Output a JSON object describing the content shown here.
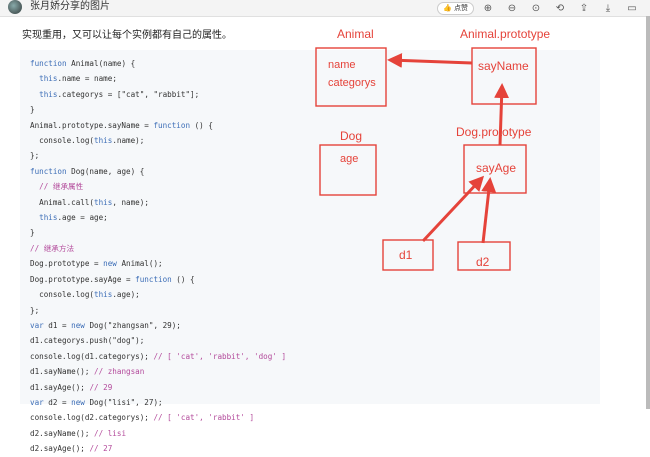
{
  "header": {
    "title": "张月娇分享的图片",
    "like_label": "点赞",
    "icons": [
      "thumbs-up-icon",
      "zoom-in-icon",
      "zoom-out-icon",
      "fit-screen-icon",
      "rotate-icon",
      "share-icon",
      "download-icon",
      "comment-icon"
    ]
  },
  "intro_text": "实现重用，又可以让每个实例都有自己的属性。",
  "code_lines": [
    "function Animal(name) {",
    "  this.name = name;",
    "  this.categorys = [\"cat\", \"rabbit\"];",
    "}",
    "Animal.prototype.sayName = function () {",
    "  console.log(this.name);",
    "};",
    "function Dog(name, age) {",
    "  // 继承属性",
    "  Animal.call(this, name);",
    "  this.age = age;",
    "}",
    "// 继承方法",
    "Dog.prototype = new Animal();",
    "Dog.prototype.sayAge = function () {",
    "  console.log(this.age);",
    "};",
    "var d1 = new Dog(\"zhangsan\", 29);",
    "d1.categorys.push(\"dog\");",
    "console.log(d1.categorys); // [ 'cat', 'rabbit', 'dog' ]",
    "d1.sayName(); // zhangsan",
    "d1.sayAge(); // 29",
    "var d2 = new Dog(\"lisi\", 27);",
    "console.log(d2.categorys); // [ 'cat', 'rabbit' ]",
    "d2.sayName(); // lisi",
    "d2.sayAge(); // 27"
  ],
  "diagram": {
    "animal_label": "Animal",
    "animal_props": [
      "name",
      "categorys"
    ],
    "animal_prototype_label": "Animal.prototype",
    "animal_prototype_method": "sayName",
    "dog_label": "Dog",
    "dog_props": [
      "age"
    ],
    "dog_prototype_label": "Dog.prototype",
    "dog_prototype_method": "sayAge",
    "d1_label": "d1",
    "d2_label": "d2",
    "accent_color": "#e5433a"
  }
}
